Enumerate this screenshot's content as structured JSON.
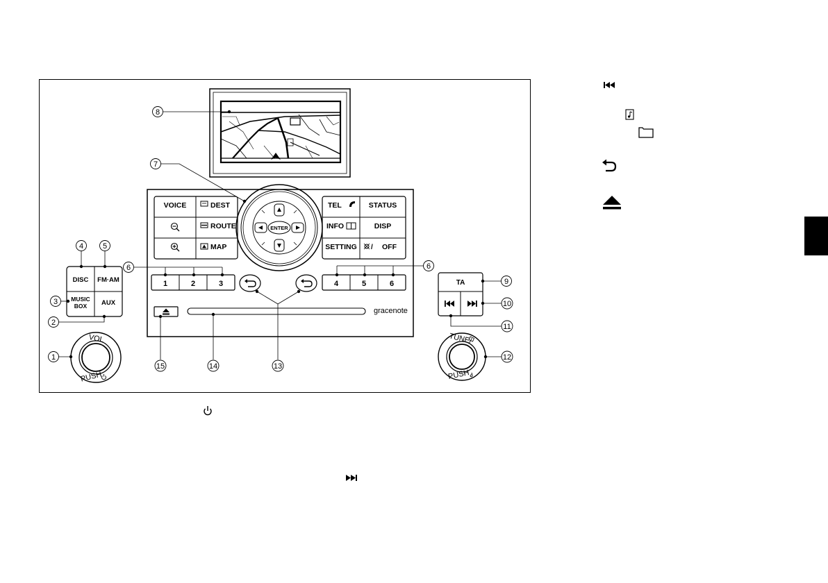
{
  "panel_labels": {
    "voice": "VOICE",
    "dest": "DEST",
    "route": "ROUTE",
    "map": "MAP",
    "tel": "TEL",
    "status": "STATUS",
    "info": "INFO",
    "disp": "DISP",
    "setting": "SETTING",
    "off": "OFF",
    "enter": "ENTER",
    "disc": "DISC",
    "fm_am": "FM·AM",
    "music": "MUSIC",
    "box": "BOX",
    "aux": "AUX",
    "ta": "TA",
    "vol": "VOL",
    "push_left": "PUSH",
    "tune": "TUNE/",
    "push_right": "PUSH",
    "brand": "gracenote"
  },
  "presets_left": [
    "1",
    "2",
    "3"
  ],
  "presets_right": [
    "4",
    "5",
    "6"
  ],
  "callouts": {
    "c1": "1",
    "c2": "2",
    "c3": "3",
    "c4": "4",
    "c5": "5",
    "c6a": "6",
    "c6b": "6",
    "c7": "7",
    "c8": "8",
    "c9": "9",
    "c10": "10",
    "c11": "11",
    "c12": "12",
    "c13": "13",
    "c14": "14",
    "c15": "15"
  },
  "icons": [
    "power-icon",
    "seek-back-icon",
    "seek-forward-icon",
    "music-note-icon",
    "folder-icon",
    "back-icon",
    "eject-icon",
    "zoom-out-icon",
    "zoom-in-icon",
    "phone-icon",
    "book-icon",
    "map-icon",
    "day-night-icon"
  ]
}
